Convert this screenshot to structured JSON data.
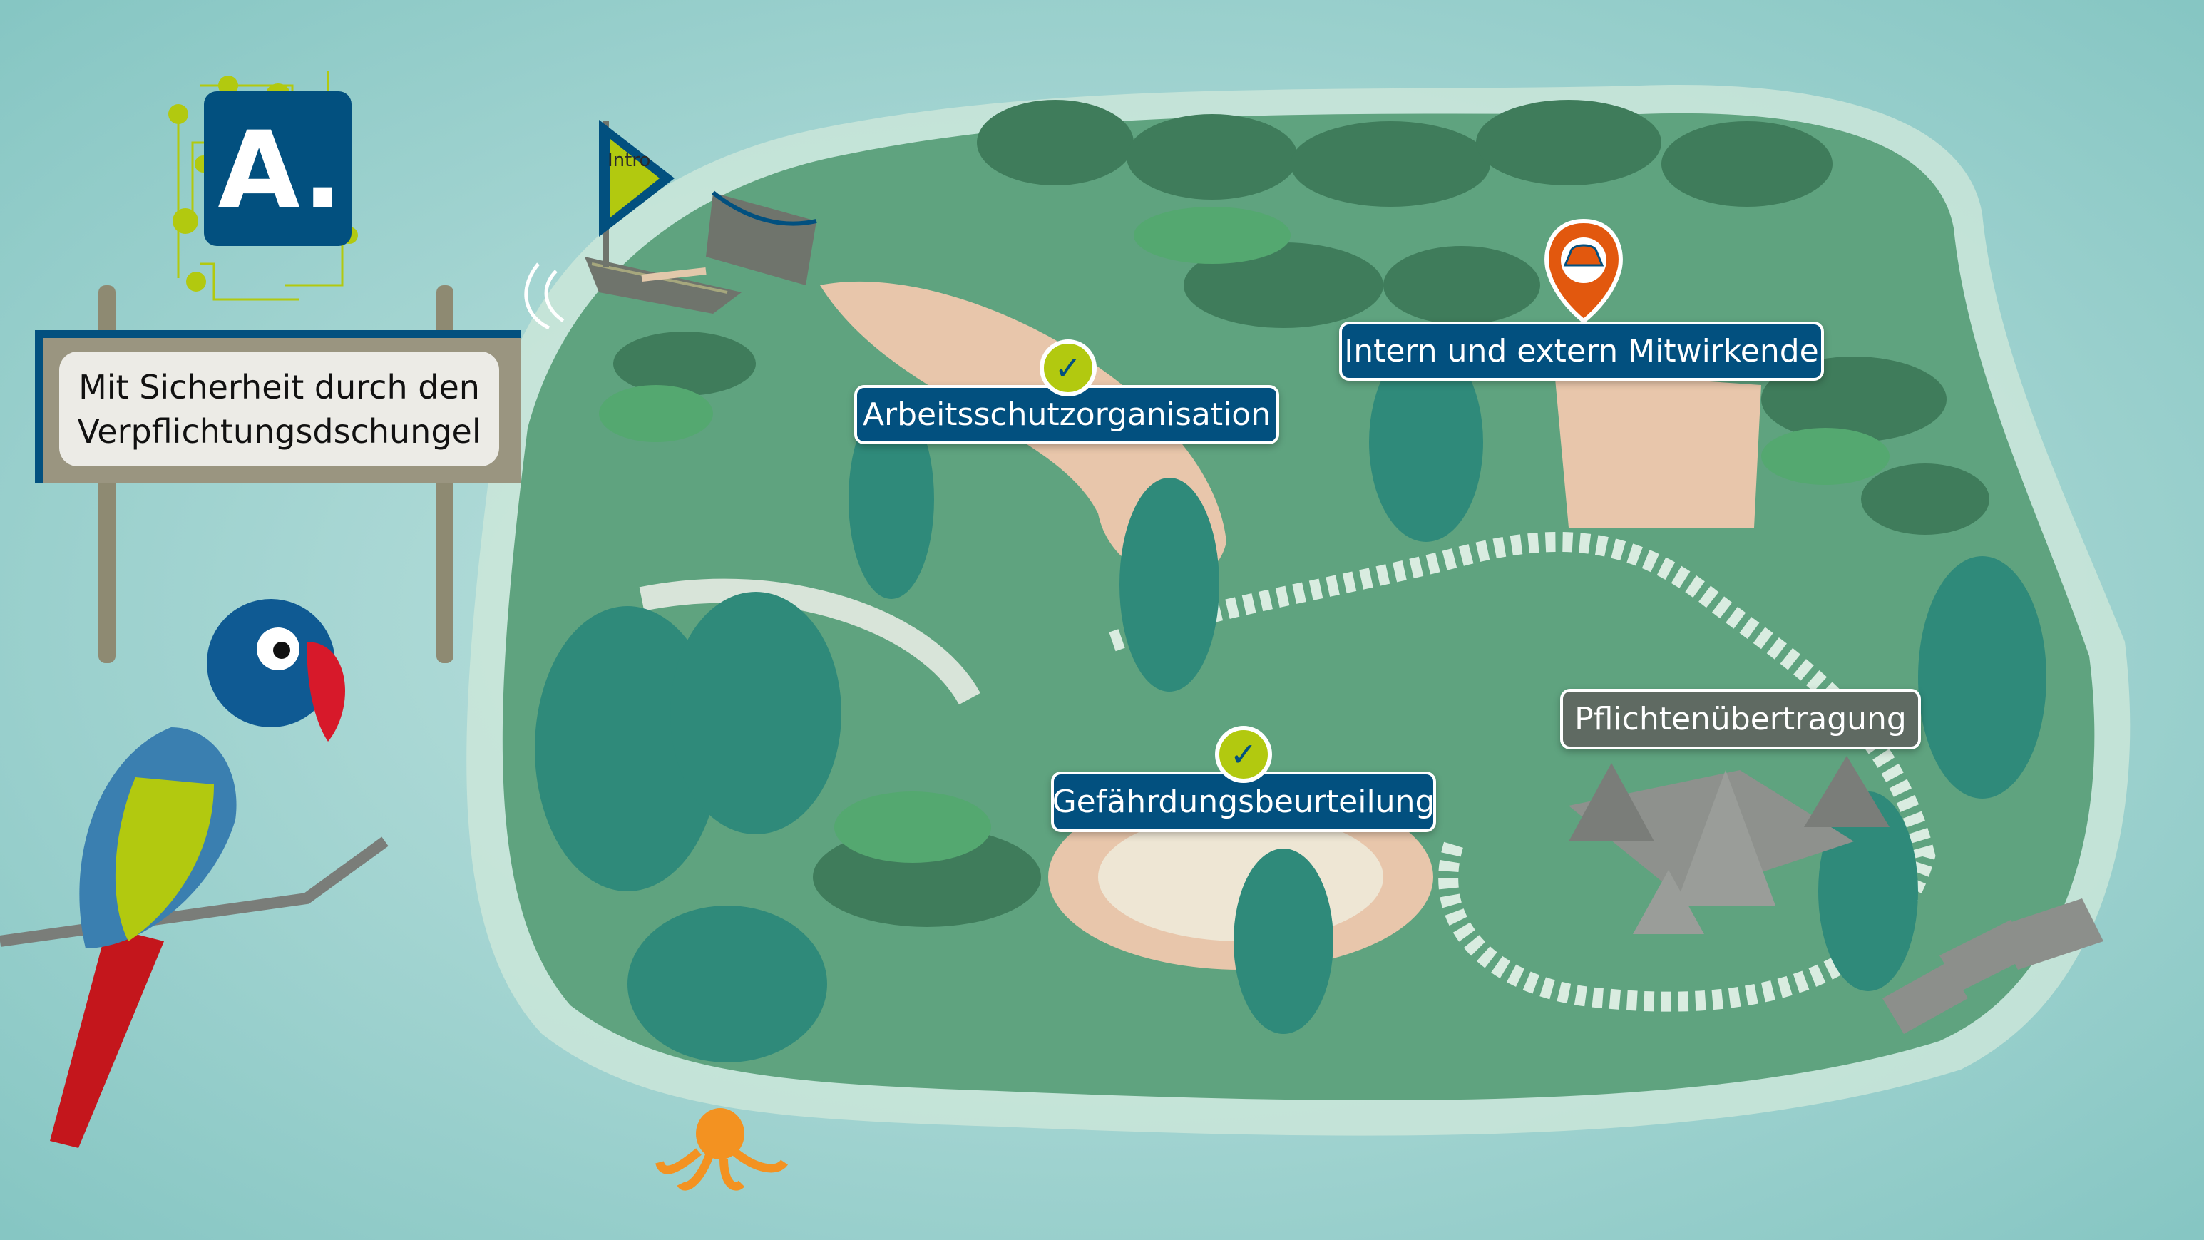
{
  "logo": {
    "letter": "A."
  },
  "sign": {
    "line1": "Mit Sicherheit durch den",
    "line2": "Verpflichtungsdschungel"
  },
  "intro_flag": {
    "label": "Intro"
  },
  "stations": [
    {
      "label": "Arbeitsschutzorganisation",
      "completed": true,
      "style": "blue"
    },
    {
      "label": "Intern und extern Mitwirkende",
      "completed": false,
      "current": true,
      "style": "blue"
    },
    {
      "label": "Gefährdungsbeurteilung",
      "completed": true,
      "style": "blue"
    },
    {
      "label": "Pflichtenübertragung",
      "completed": false,
      "style": "gray"
    }
  ],
  "colors": {
    "water": "#a9d6d4",
    "island": "#5fa37f",
    "label_blue": "#02507f",
    "label_gray": "#5f6a62",
    "check_green": "#b2c90f",
    "pin_orange": "#e2580e"
  }
}
